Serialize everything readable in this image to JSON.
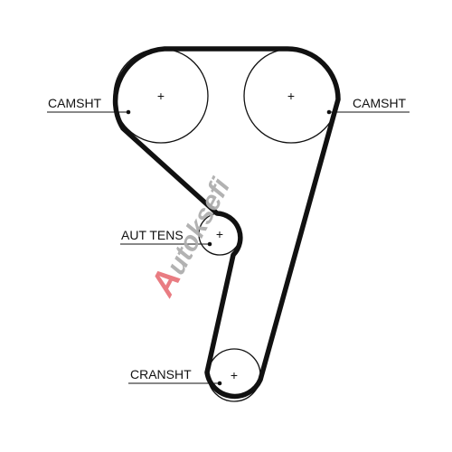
{
  "labels": {
    "camshaft_left": "CAMSHT",
    "camshaft_right": "CAMSHT",
    "tensioner": "AUT TENS",
    "crankshaft": "CRANSHT"
  },
  "pulley_marks": {
    "camshaft_left": "+",
    "camshaft_right": "+",
    "tensioner": "+",
    "crankshaft": "+"
  },
  "watermark": {
    "first_letter": "A",
    "rest": "utoksefi"
  },
  "colors": {
    "belt": "#111111",
    "pulley_outline": "#111111",
    "watermark_red": "#e8767c",
    "watermark_gray": "#aeaeae"
  }
}
